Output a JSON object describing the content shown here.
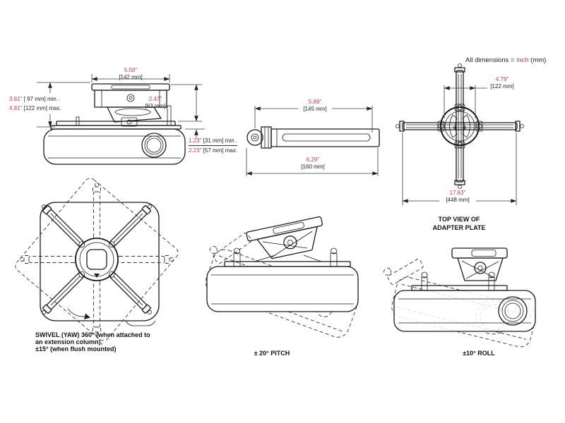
{
  "note": {
    "prefix": "All dimensions = ",
    "unit": "inch",
    "suffix": " (mm)"
  },
  "front_view": {
    "width_in": "5.58\"",
    "width_mm": "[142 mm]",
    "height_min_in": "3.81\"",
    "height_min_mm": " [ 97 mm] min .",
    "height_max_in": "4.81\"",
    "height_max_mm": " [122 mm] max.",
    "drop_in": "2.47\"",
    "drop_mm": "[63 mm]",
    "gap_min_in": "1.23\"",
    "gap_min_mm": " [31 mm] min .",
    "gap_max_in": "2.23\"",
    "gap_max_mm": " [57 mm] max."
  },
  "arm_view": {
    "slot_in": "5.69\"",
    "slot_mm": "[145 mm]",
    "overall_in": "6.29\"",
    "overall_mm": "[160 mm]"
  },
  "plate_view": {
    "hub_in": "4.79\"",
    "hub_mm": "[122 mm]",
    "overall_in": "17.63\"",
    "overall_mm": "[448 mm]",
    "caption_line1": "TOP VIEW OF",
    "caption_line2": "ADAPTER PLATE"
  },
  "captions": {
    "swivel_line1": "SWIVEL (YAW) 360° (when attached to",
    "swivel_line2": "an extension column),",
    "swivel_line3": "±15° (when flush mounted)",
    "pitch": "± 20° PITCH",
    "roll": "±10° ROLL"
  },
  "colors": {
    "accent": "#c23b4e",
    "ink": "#1a1a1a"
  }
}
